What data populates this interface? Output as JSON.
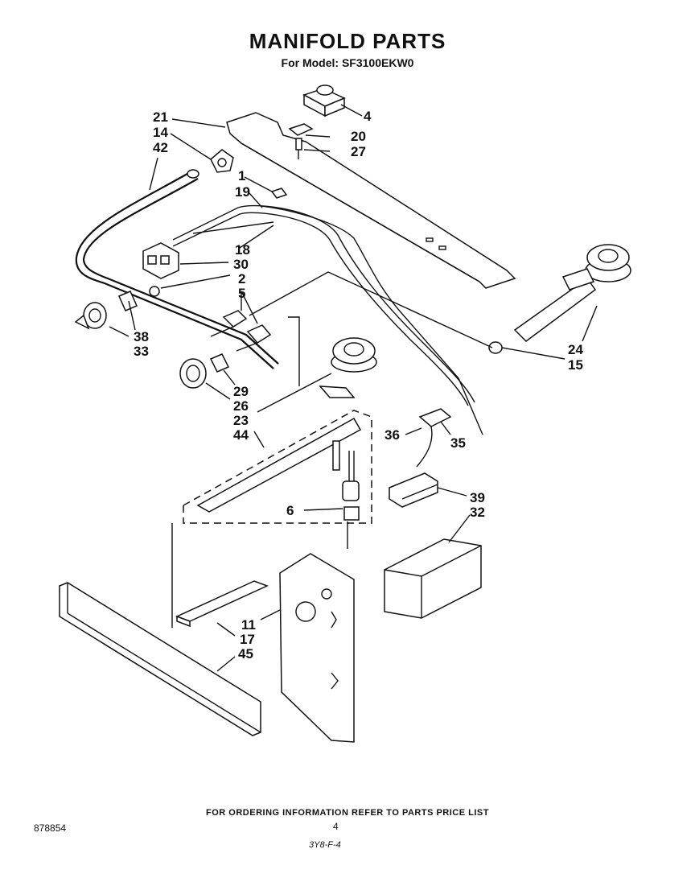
{
  "header": {
    "title": "MANIFOLD PARTS",
    "subtitle": "For Model: SF3100EKW0"
  },
  "callouts": {
    "c21": "21",
    "c14": "14",
    "c42": "42",
    "c1": "1",
    "c19": "19",
    "c4": "4",
    "c20": "20",
    "c27": "27",
    "c18": "18",
    "c30": "30",
    "c2": "2",
    "c5": "5",
    "c38": "38",
    "c33": "33",
    "c29": "29",
    "c26": "26",
    "c23": "23",
    "c44": "44",
    "c24": "24",
    "c15": "15",
    "c36": "36",
    "c35": "35",
    "c6": "6",
    "c39": "39",
    "c32": "32",
    "c11": "11",
    "c17": "17",
    "c45": "45"
  },
  "footer": {
    "ordering_note": "FOR ORDERING INFORMATION REFER TO PARTS PRICE LIST",
    "doc_number": "878854",
    "page": "4",
    "handwritten": "3Y8-F-4"
  }
}
